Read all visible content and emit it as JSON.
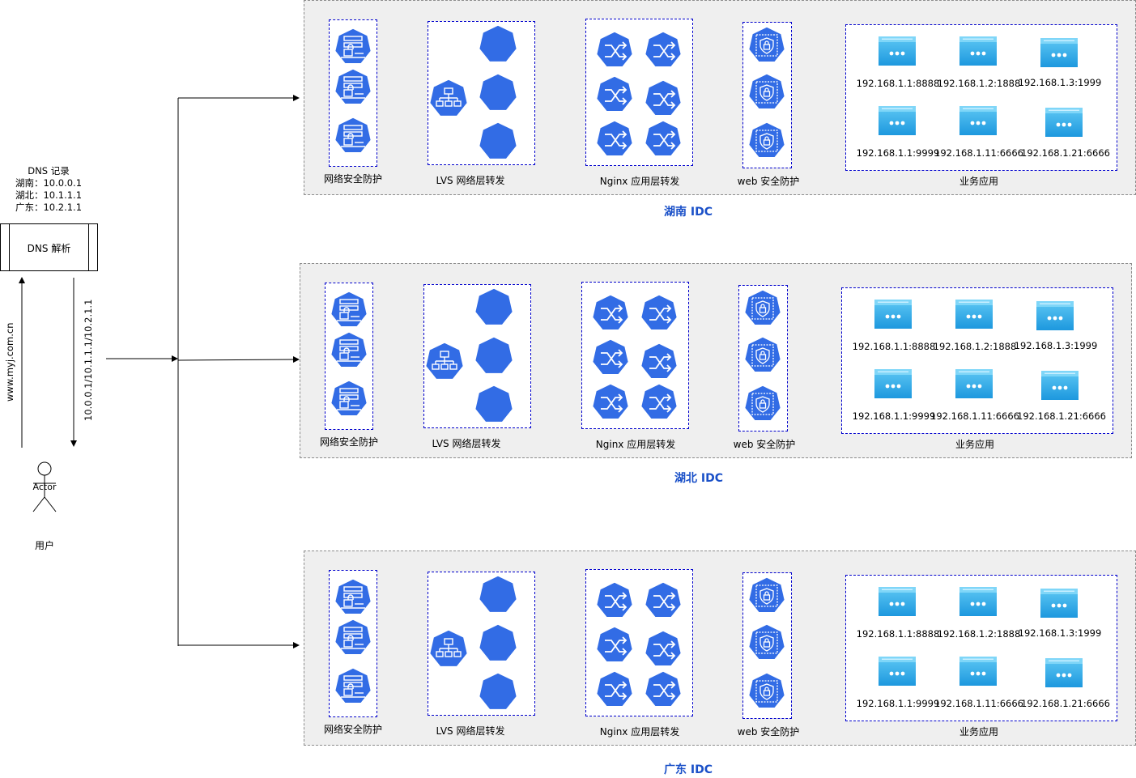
{
  "dns": {
    "box_label": "DNS 解析",
    "records_title": "DNS 记录",
    "records": [
      "湖南：10.0.0.1",
      "湖北：10.1.1.1",
      "广东：10.2.1.1"
    ],
    "query_label": "www.myj.com.cn",
    "answer_label": "10.0.0.1/10.1.1.1/10.2.1.1"
  },
  "user": {
    "actor_label": "Actor",
    "caption": "用户"
  },
  "idcs": [
    {
      "title": "湖南 IDC",
      "labels": {
        "security": "网络安全防护",
        "lvs": "LVS 网络层转发",
        "nginx": "Nginx 应用层转发",
        "waf": "web 安全防护",
        "apps": "业务应用"
      },
      "apps": [
        "192.168.1.1:8888",
        "192.168.1.2:1888",
        "192.168.1.3:1999",
        "192.168.1.1:9999",
        "192.168.1.11:6666",
        "192.168.1.21:6666"
      ]
    },
    {
      "title": "湖北 IDC",
      "labels": {
        "security": "网络安全防护",
        "lvs": "LVS 网络层转发",
        "nginx": "Nginx 应用层转发",
        "waf": "web 安全防护",
        "apps": "业务应用"
      },
      "apps": [
        "192.168.1.1:8888",
        "192.168.1.2:1888",
        "192.168.1.3:1999",
        "192.168.1.1:9999",
        "192.168.1.11:6666",
        "192.168.1.21:6666"
      ]
    },
    {
      "title": "广东  IDC",
      "labels": {
        "security": "网络安全防护",
        "lvs": "LVS 网络层转发",
        "nginx": "Nginx 应用层转发",
        "waf": "web 安全防护",
        "apps": "业务应用"
      },
      "apps": [
        "192.168.1.1:8888",
        "192.168.1.2:1888",
        "192.168.1.3:1999",
        "192.168.1.1:9999",
        "192.168.1.11:6666",
        "192.168.1.21:6666"
      ]
    }
  ],
  "colors": {
    "k8s_blue": "#326ce5",
    "group_border": "#0000cc",
    "idc_bg": "#efefef",
    "idc_title": "#1a50c8",
    "app_tile": "#29a8e8"
  }
}
